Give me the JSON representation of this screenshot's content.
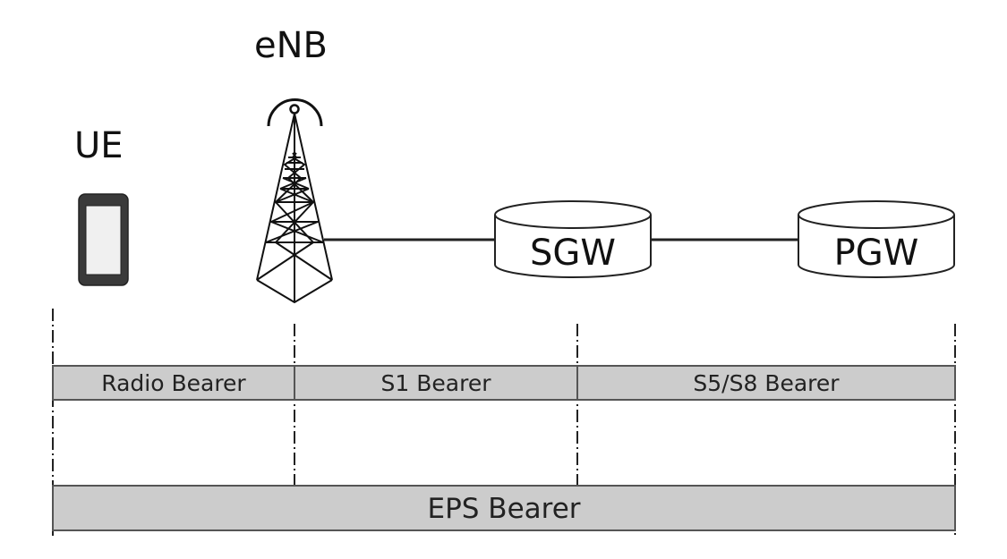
{
  "diagram": {
    "title": "EPS bearer architecture",
    "nodes": {
      "ue": {
        "label": "UE",
        "icon": "smartphone-icon"
      },
      "enb": {
        "label": "eNB",
        "icon": "cell-tower-icon"
      },
      "sgw": {
        "label": "SGW",
        "icon": "cylinder-icon"
      },
      "pgw": {
        "label": "PGW",
        "icon": "cylinder-icon"
      }
    },
    "links": [
      {
        "from": "eNB",
        "to": "SGW"
      },
      {
        "from": "SGW",
        "to": "PGW"
      }
    ],
    "bearers": [
      {
        "label": "Radio Bearer",
        "from": "UE",
        "to": "eNB"
      },
      {
        "label": "S1 Bearer",
        "from": "eNB",
        "to": "SGW"
      },
      {
        "label": "S5/S8 Bearer",
        "from": "SGW",
        "to": "PGW"
      }
    ],
    "eps_bearer": {
      "label": "EPS Bearer",
      "from": "UE",
      "to": "PGW"
    },
    "colors": {
      "bearer_fill": "#cccccc",
      "bearer_stroke": "#555555",
      "phone_body": "#3a3a3a",
      "phone_screen": "#f0f0f0",
      "line": "#222222"
    }
  }
}
